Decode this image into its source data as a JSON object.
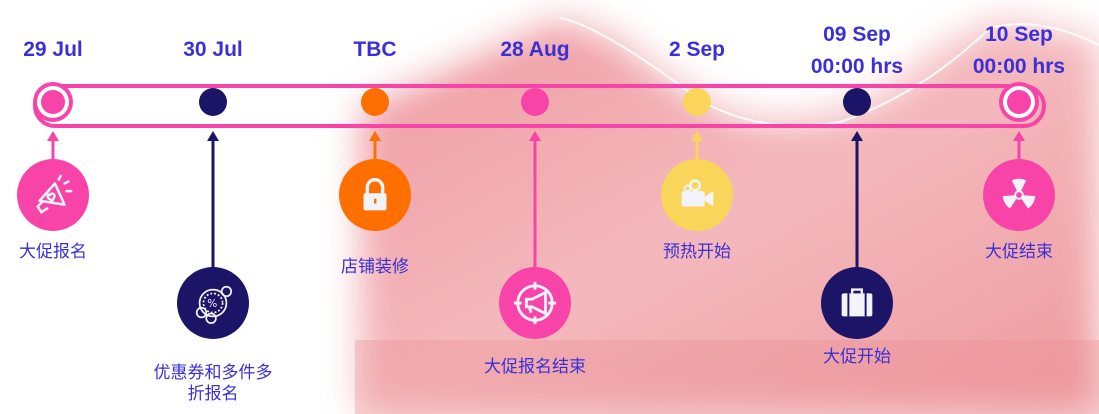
{
  "colors": {
    "pink": "#f844a8",
    "navy": "#1c1466",
    "orange": "#ff6f00",
    "yellow": "#f9d55a",
    "text": "#3b2fd6"
  },
  "milestones": [
    {
      "date": "29 Jul",
      "label": "大促报名",
      "color": "#f844a8",
      "icon": "megaphone-heart-icon",
      "ring": true
    },
    {
      "date": "30 Jul",
      "label": "优惠券和多件多\n折报名",
      "color": "#1c1466",
      "icon": "discount-coins-icon",
      "ring": false
    },
    {
      "date": "TBC",
      "label": "店铺装修",
      "color": "#ff6f00",
      "icon": "lock-icon",
      "ring": false
    },
    {
      "date": "28 Aug",
      "label": "大促报名结束",
      "color": "#f844a8",
      "icon": "target-megaphone-icon",
      "ring": false
    },
    {
      "date": "2 Sep",
      "label": "预热开始",
      "color": "#f9d55a",
      "icon": "video-camera-icon",
      "ring": false
    },
    {
      "date": "09 Sep\n00:00 hrs",
      "label": "大促开始",
      "color": "#1c1466",
      "icon": "briefcase-icon",
      "ring": false
    },
    {
      "date": "10 Sep\n00:00 hrs",
      "label": "大促结束",
      "color": "#f844a8",
      "icon": "radiation-icon",
      "ring": true
    }
  ]
}
